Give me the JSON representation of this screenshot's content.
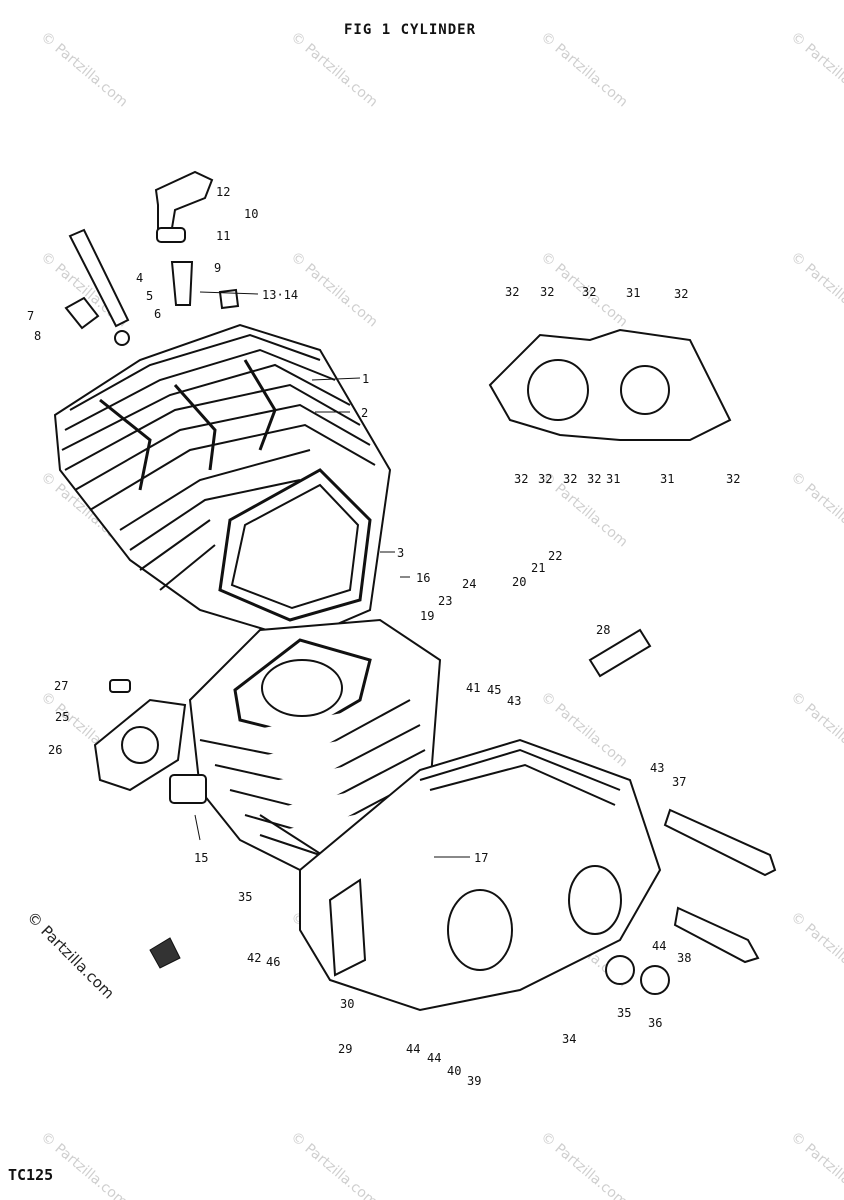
{
  "title": "FIG 1 CYLINDER",
  "footer": {
    "model": "TC125"
  },
  "watermark": {
    "text": "© Partzilla.com",
    "color": "#cfcfcf"
  },
  "callouts": [
    "1",
    "2",
    "3",
    "4",
    "5",
    "6",
    "7",
    "8",
    "9",
    "10",
    "11",
    "12",
    "13·14",
    "15",
    "16",
    "17",
    "19",
    "20",
    "21",
    "22",
    "23",
    "24",
    "25",
    "26",
    "27",
    "28",
    "29",
    "30",
    "31",
    "32",
    "34",
    "35",
    "36",
    "37",
    "38",
    "39",
    "40",
    "41",
    "42",
    "43",
    "44",
    "45",
    "46"
  ]
}
